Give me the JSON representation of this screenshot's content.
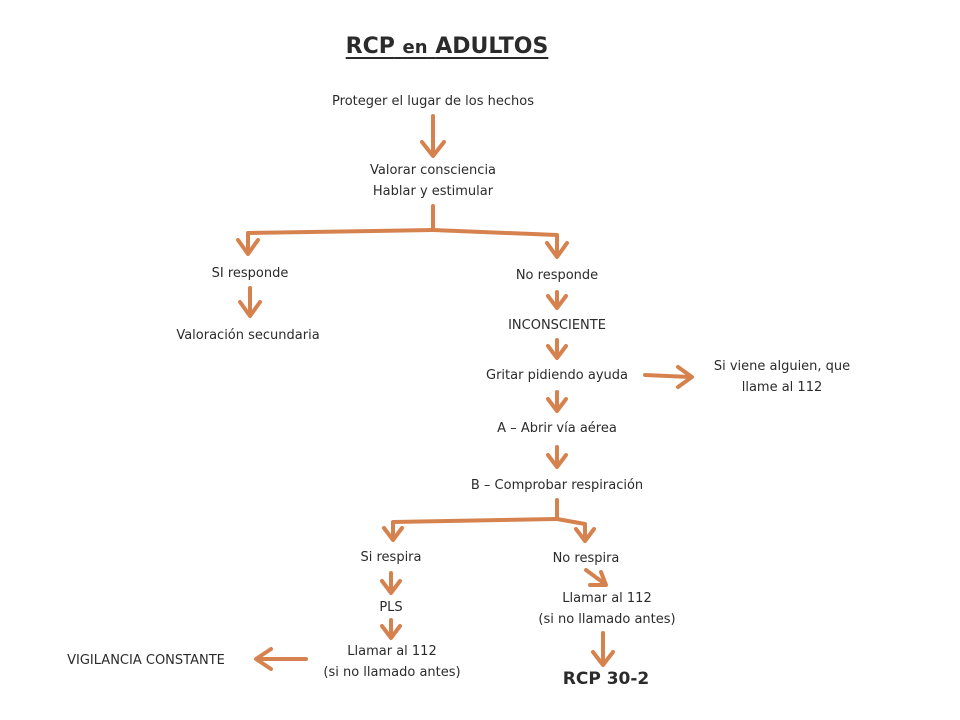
{
  "title": {
    "main_1": "RCP",
    "connector": "en",
    "main_2": "ADULTOS"
  },
  "nodes": {
    "proteger": "Proteger el lugar de los hechos",
    "valorar_1": "Valorar consciencia",
    "valorar_2": "Hablar y estimular",
    "si_responde": "SI responde",
    "valoracion_secundaria": "Valoración secundaria",
    "no_responde": "No responde",
    "inconsciente": "INCONSCIENTE",
    "gritar": "Gritar pidiendo ayuda",
    "si_viene_1": "Si viene alguien, que",
    "si_viene_2": "llame al 112",
    "abrir_via": "A – Abrir vía aérea",
    "comprobar": "B – Comprobar respiración",
    "si_respira": "Si respira",
    "pls": "PLS",
    "llamar_a_1": "Llamar al 112",
    "llamar_a_2": "(si no llamado antes)",
    "vigilancia": "VIGILANCIA CONSTANTE",
    "no_respira": "No respira",
    "llamar_b_1": "Llamar al 112",
    "llamar_b_2": "(si no llamado antes)",
    "rcp": "RCP 30-2"
  },
  "colors": {
    "arrow": "#d6824f",
    "text": "#2b2b2b"
  }
}
